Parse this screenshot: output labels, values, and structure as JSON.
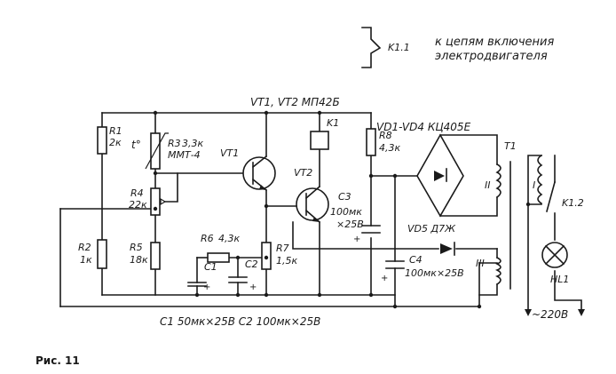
{
  "relay_note": {
    "contact": "K1.1",
    "text_line1": "к цепям включения",
    "text_line2": "электродвигателя"
  },
  "transistors_header": "VT1, VT2  МП42Б",
  "diodes_header": "VD1-VD4  КЦ405Е",
  "labels": {
    "r1": "R1",
    "r1_val": "2к",
    "r2": "R2",
    "r2_val": "1к",
    "r3": "R3",
    "r3_val": "3,3к",
    "r3_type": "ММТ-4",
    "temp": "t°",
    "r4": "R4",
    "r4_val": "22к",
    "r5": "R5",
    "r5_val": "18к",
    "r6": "R6",
    "r6_val": "4,3к",
    "r7": "R7",
    "r7_val": "1,5к",
    "r8": "R8",
    "r8_val": "4,3к",
    "c1": "C1",
    "c2": "C2",
    "c3": "C3",
    "c3_val1": "100мк",
    "c3_val2": "×25В",
    "c4": "C4",
    "c4_val": "100мк×25В",
    "vt1": "VT1",
    "vt2": "VT2",
    "k1": "K1",
    "vd5": "VD5 Д7Ж",
    "t1": "T1",
    "wI": "I",
    "wII": "II",
    "wIII": "III",
    "k12": "K1.2",
    "hl1": "HL1",
    "mains": "~220В",
    "plus": "+"
  },
  "caption": "C1  50мк×25В   C2  100мк×25В",
  "figure": "Рис. 11"
}
